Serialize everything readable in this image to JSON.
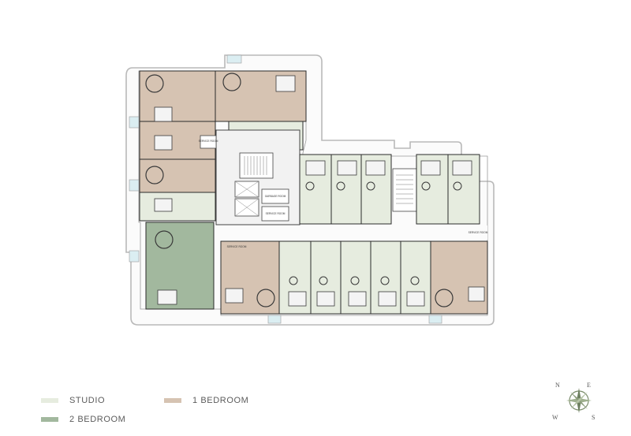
{
  "plan": {
    "labels": {
      "service_room_1": "SERVICE ROOM",
      "garbage_room": "GARBAGE ROOM",
      "service_room_2": "SERVICE ROOM",
      "service_room_3": "SERVICE ROOM",
      "service_room_4": "SERVICE ROOM"
    }
  },
  "legend": {
    "studio": {
      "label": "STUDIO",
      "color": "#e6ecdf"
    },
    "one_bedroom": {
      "label": "1 BEDROOM",
      "color": "#d6c3b2"
    },
    "two_bedroom": {
      "label": "2 BEDROOM",
      "color": "#a2b89e"
    }
  },
  "compass": {
    "n": "N",
    "e": "E",
    "s": "S",
    "w": "W",
    "icon": "compass-rose-icon"
  }
}
